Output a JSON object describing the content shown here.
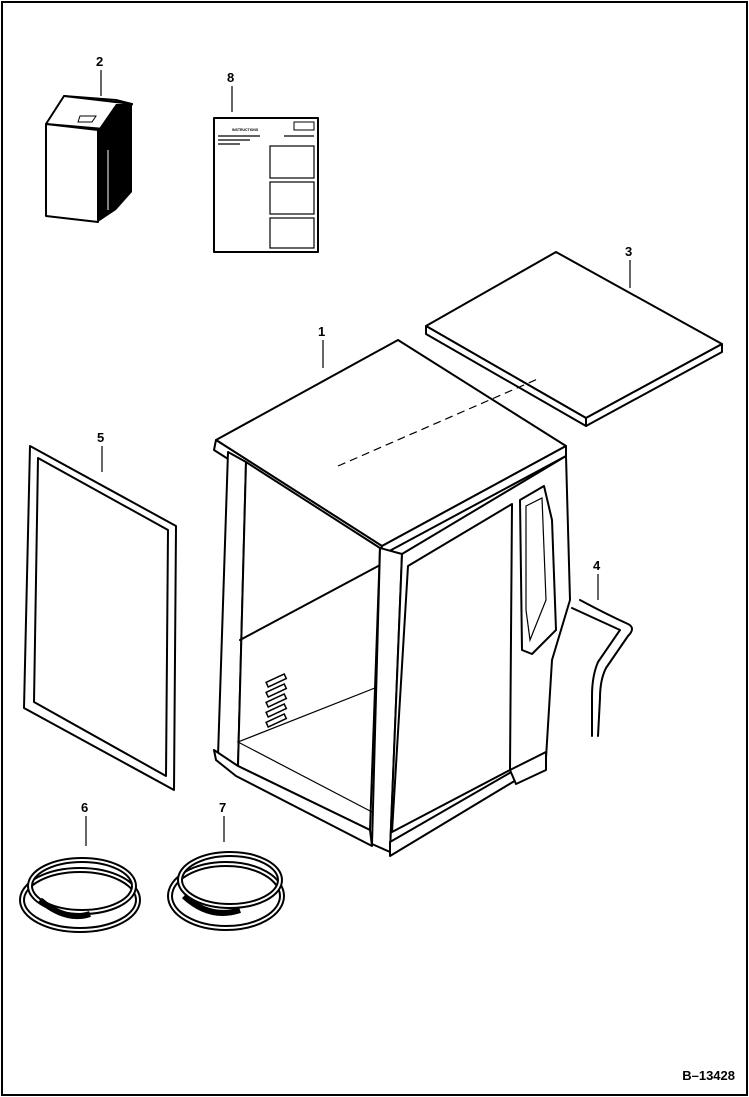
{
  "callouts": {
    "cab": "1",
    "manual": "2",
    "roof_panel": "3",
    "hose_handle": "4",
    "window_frame": "5",
    "seal_a": "6",
    "seal_b": "7",
    "instructions": "8"
  },
  "instructions_sheet": {
    "heading": "INSTRUCTIONS"
  },
  "figure_ref": "B–13428"
}
